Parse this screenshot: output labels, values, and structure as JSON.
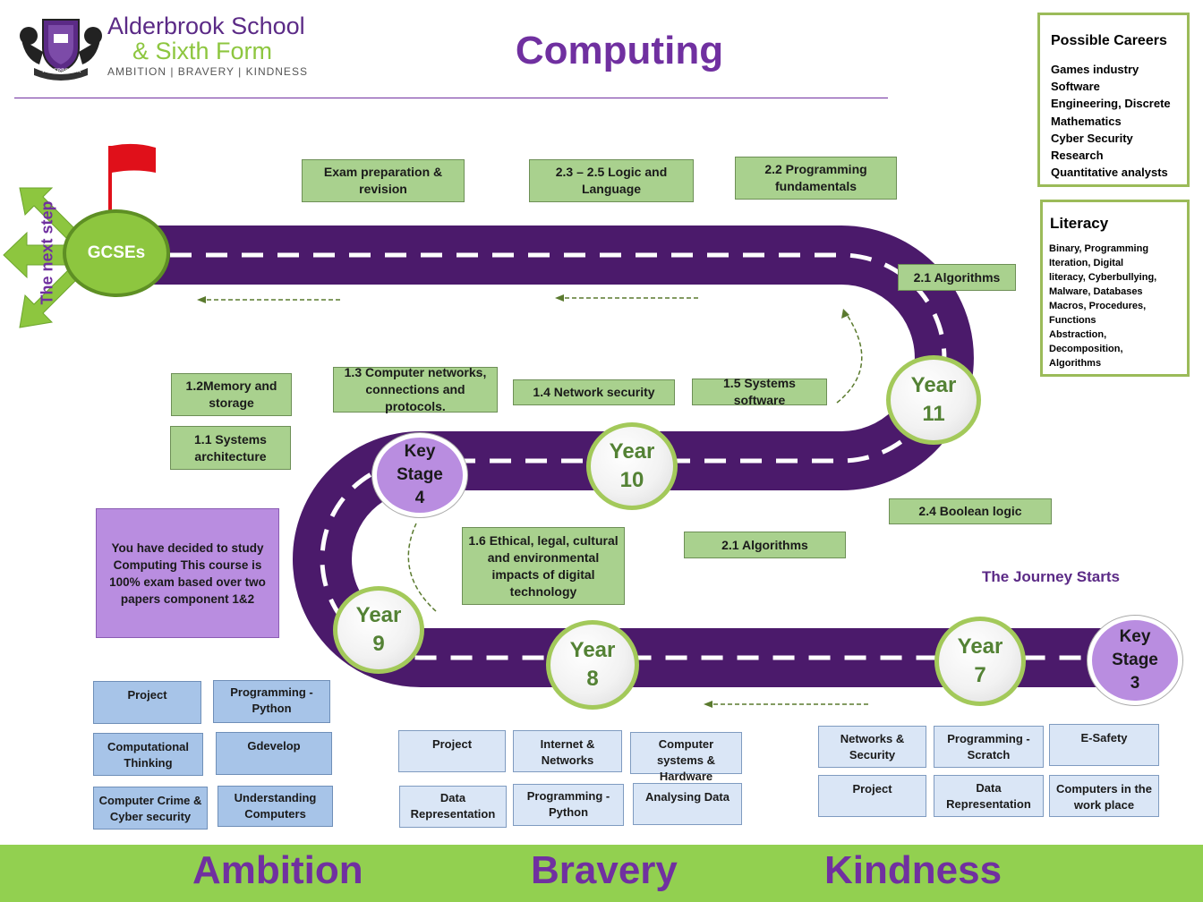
{
  "header": {
    "school_line1": "Alderbrook School",
    "school_line2": "& Sixth Form",
    "motto": "AMBITION | BRAVERY | KINDNESS",
    "crest_text": "ALDERBROOK",
    "title": "Computing"
  },
  "colors": {
    "purple": "#7030a0",
    "road": "#4b1a6b",
    "green_box": "#a9d18e",
    "lime": "#8dc63f",
    "footer_bg": "#92d050"
  },
  "careers": {
    "title": "Possible Careers",
    "lines": [
      "Games industry",
      "Software",
      "Engineering, Discrete",
      "Mathematics",
      "Cyber Security",
      "Research",
      "Quantitative analysts"
    ]
  },
  "literacy": {
    "title": "Literacy",
    "lines": [
      "Binary, Programming",
      "Iteration, Digital",
      "literacy, Cyberbullying,",
      "Malware, Databases",
      "Macros, Procedures,",
      "Functions",
      "Abstraction,",
      "Decomposition,",
      "Algorithms"
    ]
  },
  "next_step": "The next step",
  "gcses": "GCSEs",
  "year11_topics": {
    "exam_prep": "Exam preparation & revision",
    "logic": "2.3 – 2.5 Logic and Language",
    "prog_fund": "2.2 Programming fundamentals",
    "algorithms": "2.1 Algorithms"
  },
  "year10_topics": {
    "memory": "1.2Memory and storage",
    "sys_arch": "1.1 Systems architecture",
    "networks": "1.3 Computer networks, connections and protocols.",
    "net_sec": "1.4 Network security",
    "sys_soft": "1.5 Systems software",
    "ethical": "1.6 Ethical, legal, cultural and environmental impacts of digital technology",
    "algorithms": "2.1 Algorithms",
    "boolean": "2.4 Boolean logic"
  },
  "milestones": {
    "year11": [
      "Year",
      "11"
    ],
    "year10": [
      "Year",
      "10"
    ],
    "year9": [
      "Year",
      "9"
    ],
    "year8": [
      "Year",
      "8"
    ],
    "year7": [
      "Year",
      "7"
    ],
    "ks4": [
      "Key",
      "Stage",
      "4"
    ],
    "ks3": [
      "Key",
      "Stage",
      "3"
    ]
  },
  "decision_note": "You have decided to study Computing This course is 100% exam based over two papers component 1&2",
  "journey_starts": "The Journey Starts",
  "year9_units": [
    "Project",
    "Programming - Python",
    "Computational Thinking",
    "Gdevelop",
    "Computer Crime & Cyber security",
    "Understanding Computers"
  ],
  "year8_units": [
    "Project",
    "Internet & Networks",
    "Computer systems & Hardware",
    "Data Representation",
    "Programming - Python",
    "Analysing Data"
  ],
  "year7_units": [
    "Networks & Security",
    "Programming - Scratch",
    "E-Safety",
    "Project",
    "Data Representation",
    "Computers in the work place"
  ],
  "footer": {
    "word1": "Ambition",
    "word2": "Bravery",
    "word3": "Kindness"
  }
}
